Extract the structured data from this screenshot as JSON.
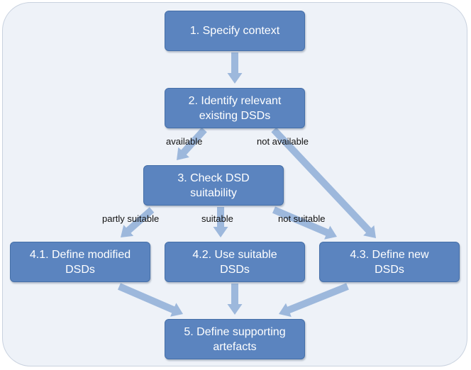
{
  "nodes": {
    "n1": {
      "line1": "1. Specify context",
      "line2": ""
    },
    "n2": {
      "line1": "2. Identify relevant",
      "line2": "existing DSDs"
    },
    "n3": {
      "line1": "3. Check DSD",
      "line2": "suitability"
    },
    "n41": {
      "line1": "4.1. Define modified",
      "line2": "DSDs"
    },
    "n42": {
      "line1": "4.2. Use suitable",
      "line2": "DSDs"
    },
    "n43": {
      "line1": "4.3. Define new",
      "line2": "DSDs"
    },
    "n5": {
      "line1": "5. Define supporting",
      "line2": "artefacts"
    }
  },
  "edge_labels": {
    "available": "available",
    "not_available": "not available",
    "partly_suitable": "partly suitable",
    "suitable": "suitable",
    "not_suitable": "not suitable"
  },
  "colors": {
    "box_fill": "#5b84bf",
    "arrow": "#9db8dc",
    "panel": "#eef2f8"
  }
}
